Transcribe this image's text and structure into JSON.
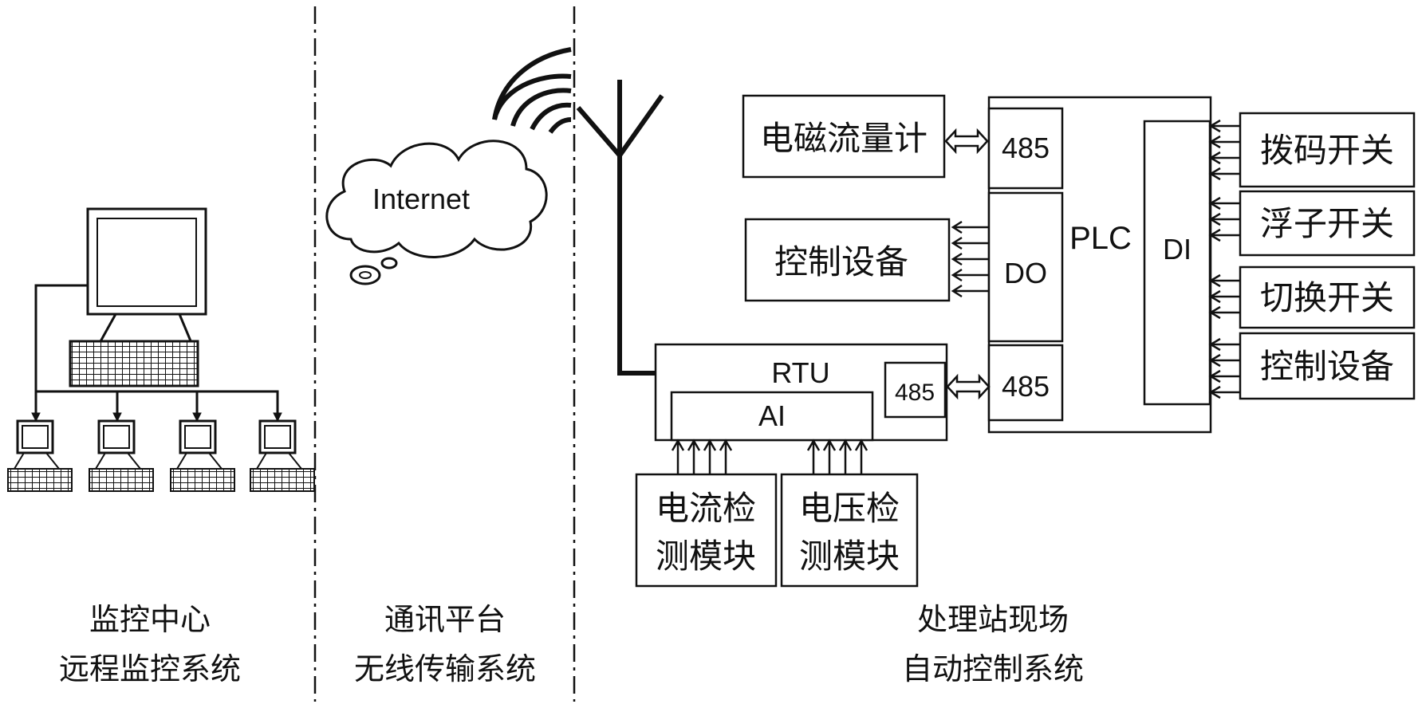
{
  "sections": {
    "monitor": {
      "line1": "监控中心",
      "line2": "远程监控系统"
    },
    "comm": {
      "line1": "通讯平台",
      "line2": "无线传输系统"
    },
    "site": {
      "line1": "处理站现场",
      "line2": "自动控制系统"
    }
  },
  "cloud_label": "Internet",
  "plc": {
    "title": "PLC",
    "port_485_top": "485",
    "do_label": "DO",
    "port_485_bottom": "485",
    "di_label": "DI"
  },
  "rtu": {
    "title": "RTU",
    "ai_label": "AI",
    "port_485": "485"
  },
  "devices": {
    "flowmeter": "电磁流量计",
    "control_out": "控制设备",
    "dip_switch": "拨码开关",
    "float_switch": "浮子开关",
    "change_switch": "切换开关",
    "control_in": "控制设备"
  },
  "modules": {
    "current": {
      "line1": "电流检",
      "line2": "测模块"
    },
    "voltage": {
      "line1": "电压检",
      "line2": "测模块"
    }
  },
  "colors": {
    "line": "#111111",
    "background": "#ffffff"
  }
}
